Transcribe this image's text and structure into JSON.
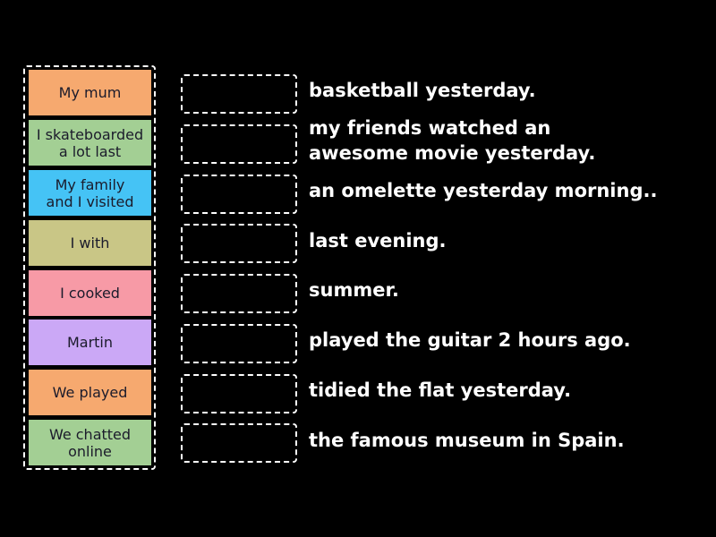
{
  "activity": {
    "tiles": [
      {
        "label": "My mum",
        "color": "#f6a96f"
      },
      {
        "label": "I skateboarded a lot last",
        "color": "#a3cf94"
      },
      {
        "label": "My family and I visited",
        "color": "#45c3f5"
      },
      {
        "label": "I with",
        "color": "#c9c686"
      },
      {
        "label": "I cooked",
        "color": "#f79aa6"
      },
      {
        "label": "Martin",
        "color": "#cba8f6"
      },
      {
        "label": "We played",
        "color": "#f6a96f"
      },
      {
        "label": "We chatted online",
        "color": "#a3cf94"
      }
    ],
    "phrases": [
      "basketball yesterday.",
      "my friends watched an awesome movie yesterday.",
      "an omelette yesterday morning..",
      "last evening.",
      "summer.",
      "played the guitar 2 hours ago.",
      "tidied the flat yesterday.",
      "the famous museum in Spain."
    ]
  }
}
